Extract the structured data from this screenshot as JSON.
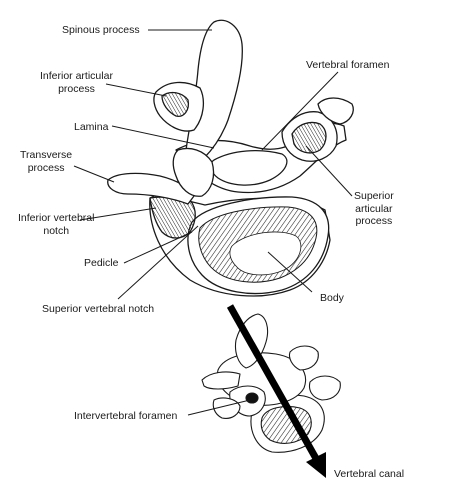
{
  "labels": {
    "spinous_process": "Spinous process",
    "inferior_articular_process": "Inferior articular\nprocess",
    "lamina": "Lamina",
    "transverse_process": "Transverse\nprocess",
    "inferior_vertebral_notch": "Inferior vertebral\nnotch",
    "pedicle": "Pedicle",
    "superior_vertebral_notch": "Superior vertebral notch",
    "vertebral_foramen": "Vertebral foramen",
    "superior_articular_process": "Superior\narticular\nprocess",
    "body": "Body",
    "intervertebral_foramen": "Intervertebral foramen",
    "vertebral_canal": "Vertebral canal"
  },
  "colors": {
    "ink": "#1a1a1a",
    "bone_fill": "#ffffff",
    "shade": "#2a2a2a",
    "arrow": "#000000"
  }
}
